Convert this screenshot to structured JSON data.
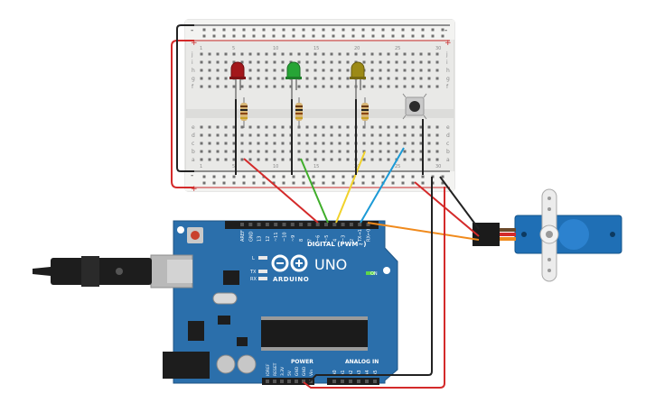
{
  "breadboard": {
    "row_letters_top": [
      "j",
      "i",
      "h",
      "g",
      "f"
    ],
    "row_letters_bottom": [
      "e",
      "d",
      "c",
      "b",
      "a"
    ],
    "column_numbers": [
      "1",
      "5",
      "10",
      "15",
      "20",
      "25",
      "30"
    ],
    "rail_plus": "+",
    "rail_minus": "-"
  },
  "components": {
    "leds": [
      {
        "name": "red-led",
        "color": "#a3171b"
      },
      {
        "name": "green-led",
        "color": "#27a536"
      },
      {
        "name": "yellow-led",
        "color": "#9c8a16"
      }
    ],
    "servo": {
      "name": "servo",
      "color": "#1f6fb5"
    }
  },
  "arduino": {
    "brand": "ARDUINO",
    "model": "UNO",
    "digital_label": "DIGITAL (PWM~)",
    "power_label": "POWER",
    "analog_label": "ANALOG IN",
    "on_label": "ON",
    "l_label": "L",
    "tx_label": "TX",
    "rx_label": "RX",
    "aref": "AREF",
    "gnd": "GND",
    "digital_pins": [
      "13",
      "12",
      "~11",
      "~10",
      "~9",
      "8",
      "7",
      "~6",
      "~5",
      "4",
      "~3",
      "2",
      "TX→1",
      "RX←0"
    ],
    "power_pins": [
      "IOREF",
      "RESET",
      "3.3V",
      "5V",
      "GND",
      "GND",
      "Vin"
    ],
    "analog_pins": [
      "A0",
      "A1",
      "A2",
      "A3",
      "A4",
      "A5"
    ]
  },
  "wires": {
    "red": "#d42a2a",
    "black": "#222222",
    "green": "#3fae2a",
    "yellow": "#f1d22b",
    "blue": "#1b9ad6",
    "orange": "#f08a1c"
  }
}
